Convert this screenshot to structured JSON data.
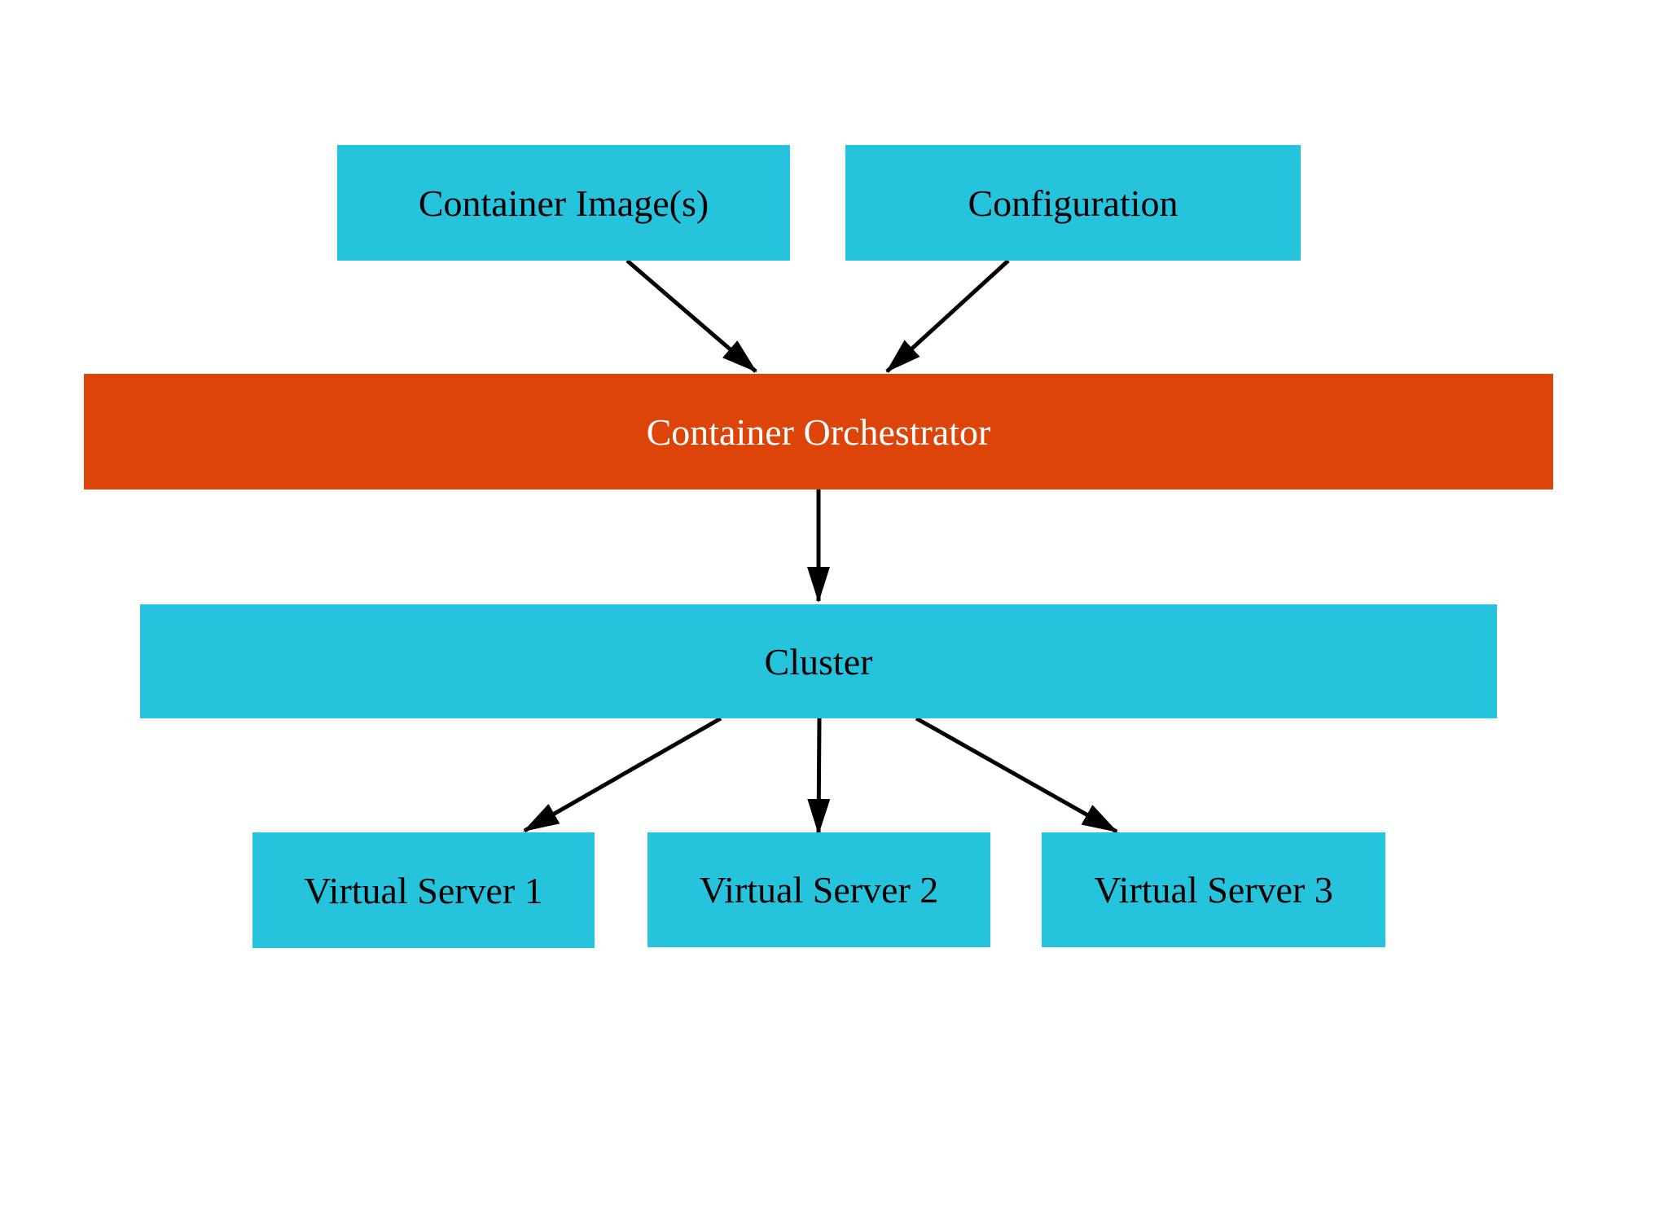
{
  "diagram": {
    "nodes": [
      {
        "id": "container-images",
        "label": "Container Image(s)",
        "fill": "#25c3dc",
        "text_color": "#000000"
      },
      {
        "id": "configuration",
        "label": "Configuration",
        "fill": "#25c3dc",
        "text_color": "#000000"
      },
      {
        "id": "container-orchestrator",
        "label": "Container Orchestrator",
        "fill": "#dd440a",
        "text_color": "#ffffff"
      },
      {
        "id": "cluster",
        "label": "Cluster",
        "fill": "#25c3dc",
        "text_color": "#000000"
      },
      {
        "id": "virtual-server-1",
        "label": "Virtual Server 1",
        "fill": "#25c3dc",
        "text_color": "#000000"
      },
      {
        "id": "virtual-server-2",
        "label": "Virtual Server 2",
        "fill": "#25c3dc",
        "text_color": "#000000"
      },
      {
        "id": "virtual-server-3",
        "label": "Virtual Server 3",
        "fill": "#25c3dc",
        "text_color": "#000000"
      }
    ],
    "edges": [
      {
        "from": "container-images",
        "to": "container-orchestrator"
      },
      {
        "from": "configuration",
        "to": "container-orchestrator"
      },
      {
        "from": "container-orchestrator",
        "to": "cluster"
      },
      {
        "from": "cluster",
        "to": "virtual-server-1"
      },
      {
        "from": "cluster",
        "to": "virtual-server-2"
      },
      {
        "from": "cluster",
        "to": "virtual-server-3"
      }
    ],
    "colors": {
      "node_fill": "#25c3dc",
      "orchestrator_fill": "#dd440a",
      "arrow": "#000000",
      "background": "#ffffff"
    }
  }
}
